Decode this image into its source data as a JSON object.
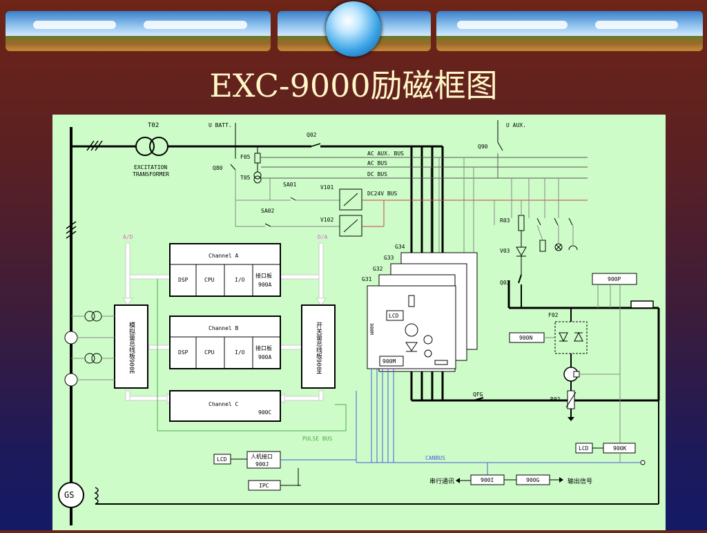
{
  "title": "EXC-9000励磁框图",
  "labels": {
    "t02": "T02",
    "ubatt": "U BATT.",
    "uaux": "U AUX.",
    "q02": "Q02",
    "q90": "Q90",
    "f05": "F05",
    "q80": "Q80",
    "t05": "T05",
    "exc_transformer_1": "EXCITATION",
    "exc_transformer_2": "TRANSFORMER",
    "ac_aux_bus": "AC AUX. BUS",
    "ac_bus": "AC BUS",
    "dc_bus": "DC BUS",
    "sa01": "SA01",
    "sa02": "SA02",
    "v101": "V101",
    "v102": "V102",
    "dc24v_bus": "DC24V BUS",
    "ad": "A/D",
    "da": "D/A",
    "r03": "R03",
    "v03": "V03",
    "q03": "Q03",
    "g34": "G34",
    "g33": "G33",
    "g32": "G32",
    "g31": "G31",
    "lcd": "LCD",
    "m900": "900M",
    "m900v": "900M",
    "p900": "900P",
    "f02": "F02",
    "n900": "900N",
    "qfg": "QFG",
    "r02": "R02",
    "k900": "900K",
    "pulse_bus": "PULSE BUS",
    "canbus": "CANBUS",
    "hmi": "人机接口",
    "j900": "900J",
    "ipc": "IPC",
    "serial": "串行通讯",
    "i900": "900I",
    "g900": "900G",
    "output": "输出信号",
    "gs": "GS"
  },
  "channels": {
    "a": {
      "name": "Channel A",
      "dsp": "DSP",
      "cpu": "CPU",
      "io": "I/O",
      "iface": "接口板",
      "iface_id": "900A"
    },
    "b": {
      "name": "Channel B",
      "dsp": "DSP",
      "cpu": "CPU",
      "io": "I/O",
      "iface": "接口板",
      "iface_id": "900A"
    },
    "c": {
      "name": "Channel C",
      "id": "900C"
    }
  },
  "analog_board": "模拟量总线板900E",
  "switch_board": "开关量总线板900H",
  "colors": {
    "diagram_bg": "#cdfcc8",
    "title": "#fff7c8",
    "line": "#000000",
    "pulse": "#4fa84f",
    "canbus": "#4a5adc",
    "ad_da": "#d26ad2",
    "dc24": "#d04040"
  }
}
